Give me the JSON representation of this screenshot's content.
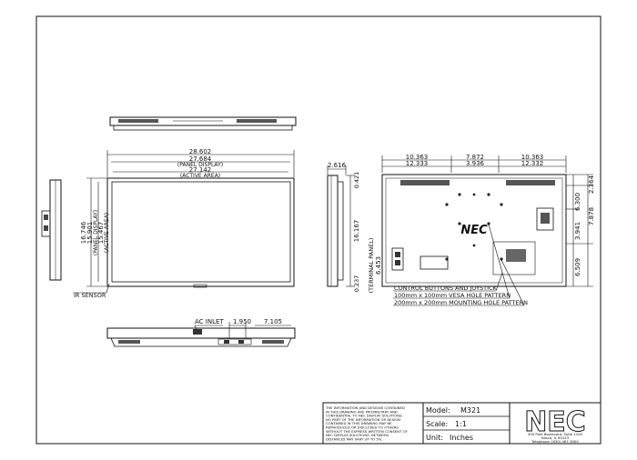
{
  "front_view": {
    "width_labels": [
      "28.602",
      "27.684",
      "(PANEL DISPLAY)",
      "27.142",
      "(ACTIVE AREA)"
    ],
    "height_labels": [
      "16.746",
      "15.901",
      "(PANEL DISPLAY)",
      "15.467",
      "(ACTIVE AREA)"
    ],
    "callout_ir": "IR SENSOR"
  },
  "side_view": {
    "depth": "2.616",
    "top": "0.421",
    "height": "16.167",
    "bottom": "0.237"
  },
  "rear_view": {
    "top_dims": [
      "10.363",
      "7.872",
      "10.363"
    ],
    "sub_dims": [
      "12.333",
      "3.936",
      "12.332"
    ],
    "right_dims": [
      "2.364",
      "6.300",
      "7.878",
      "3.941",
      "6.509"
    ],
    "terminal": [
      "(TERMINAL PANEL)",
      "6.453"
    ],
    "logo": "NEC",
    "notes": [
      "CONTROL BUTTONS AND JOYSTICK",
      "100mm x 100mm VESA HOLE PATTERN",
      "200mm x 200mm MOUNTING HOLE PATTERN"
    ]
  },
  "bottom_view": {
    "ac_inlet": "AC INLET",
    "dim_a": "1.950",
    "dim_b": "7.105"
  },
  "title_block": {
    "disclaimer": [
      "THE INFORMATION AND DESIGNS CONTAINED",
      "IN THIS DRAWING ARE PROPRIETARY AND",
      "CONFIDENTIAL TO NEC DISPLAY SOLUTIONS.",
      "NO PART OF THE INFORMATION OR DESIGN",
      "CONTAINED IN THIS DRAWING MAY BE",
      "REPRODUCED OR DISCLOSED TO OTHERS",
      "WITHOUT THE EXPRESS WRITTEN CONSENT OF",
      "NEC DISPLAY SOLUTIONS. BETWEEN",
      "DISTANCES MAY VARY UP TO 5%."
    ],
    "model_label": "Model:",
    "model_value": "M321",
    "scale_label": "Scale:",
    "scale_value": "1:1",
    "unit_label": "Unit:",
    "unit_value": "Inches",
    "logo": "NEC",
    "address": [
      "500 Park Boulevard, Suite 1100",
      "Itasca, IL 60143",
      "Telephone: (630) 467-3000"
    ]
  }
}
